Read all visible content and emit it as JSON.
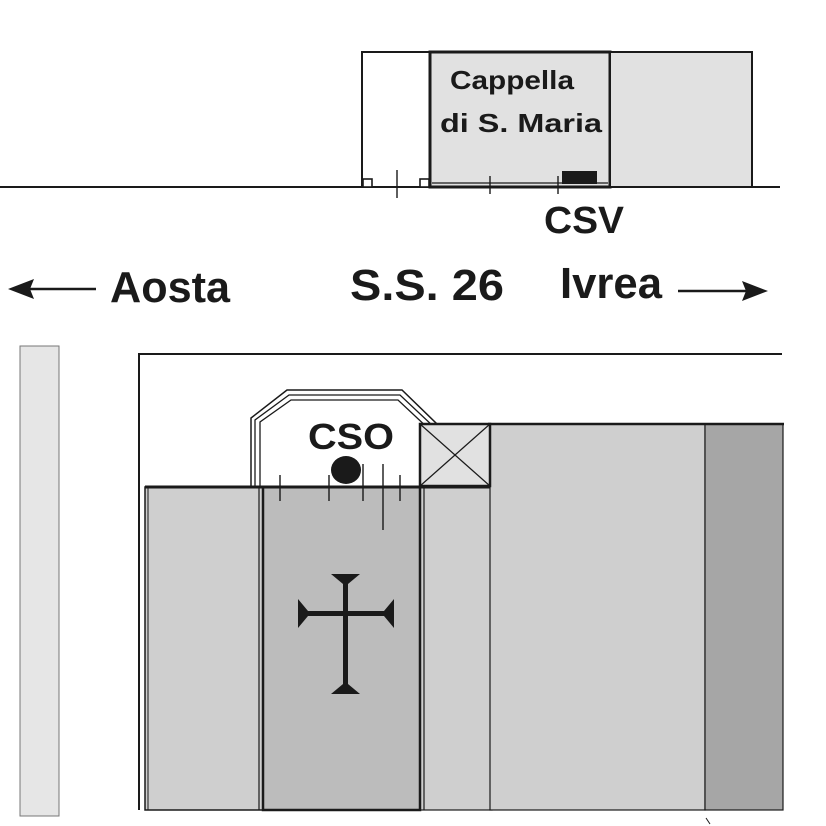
{
  "colors": {
    "ink": "#1a1a1a",
    "light_fill": "#e1e1e1",
    "mid_fill": "#cfcfcf",
    "nave_fill": "#bcbcbc",
    "dark_fill": "#a6a6a6",
    "pale_strip": "#e6e6e6"
  },
  "site_plan": {
    "chapel_name_line1": "Cappella",
    "chapel_name_line2": "di S. Maria",
    "csv_label": "CSV"
  },
  "road": {
    "left_destination": "Aosta",
    "road_name": "S.S. 26",
    "right_destination": "Ivrea",
    "left_arrow_icon": "arrow-left-icon",
    "right_arrow_icon": "arrow-right-icon"
  },
  "detail_plan": {
    "cso_label": "CSO",
    "cross_icon": "cross-icon",
    "square_icon": "crossed-square-icon"
  }
}
